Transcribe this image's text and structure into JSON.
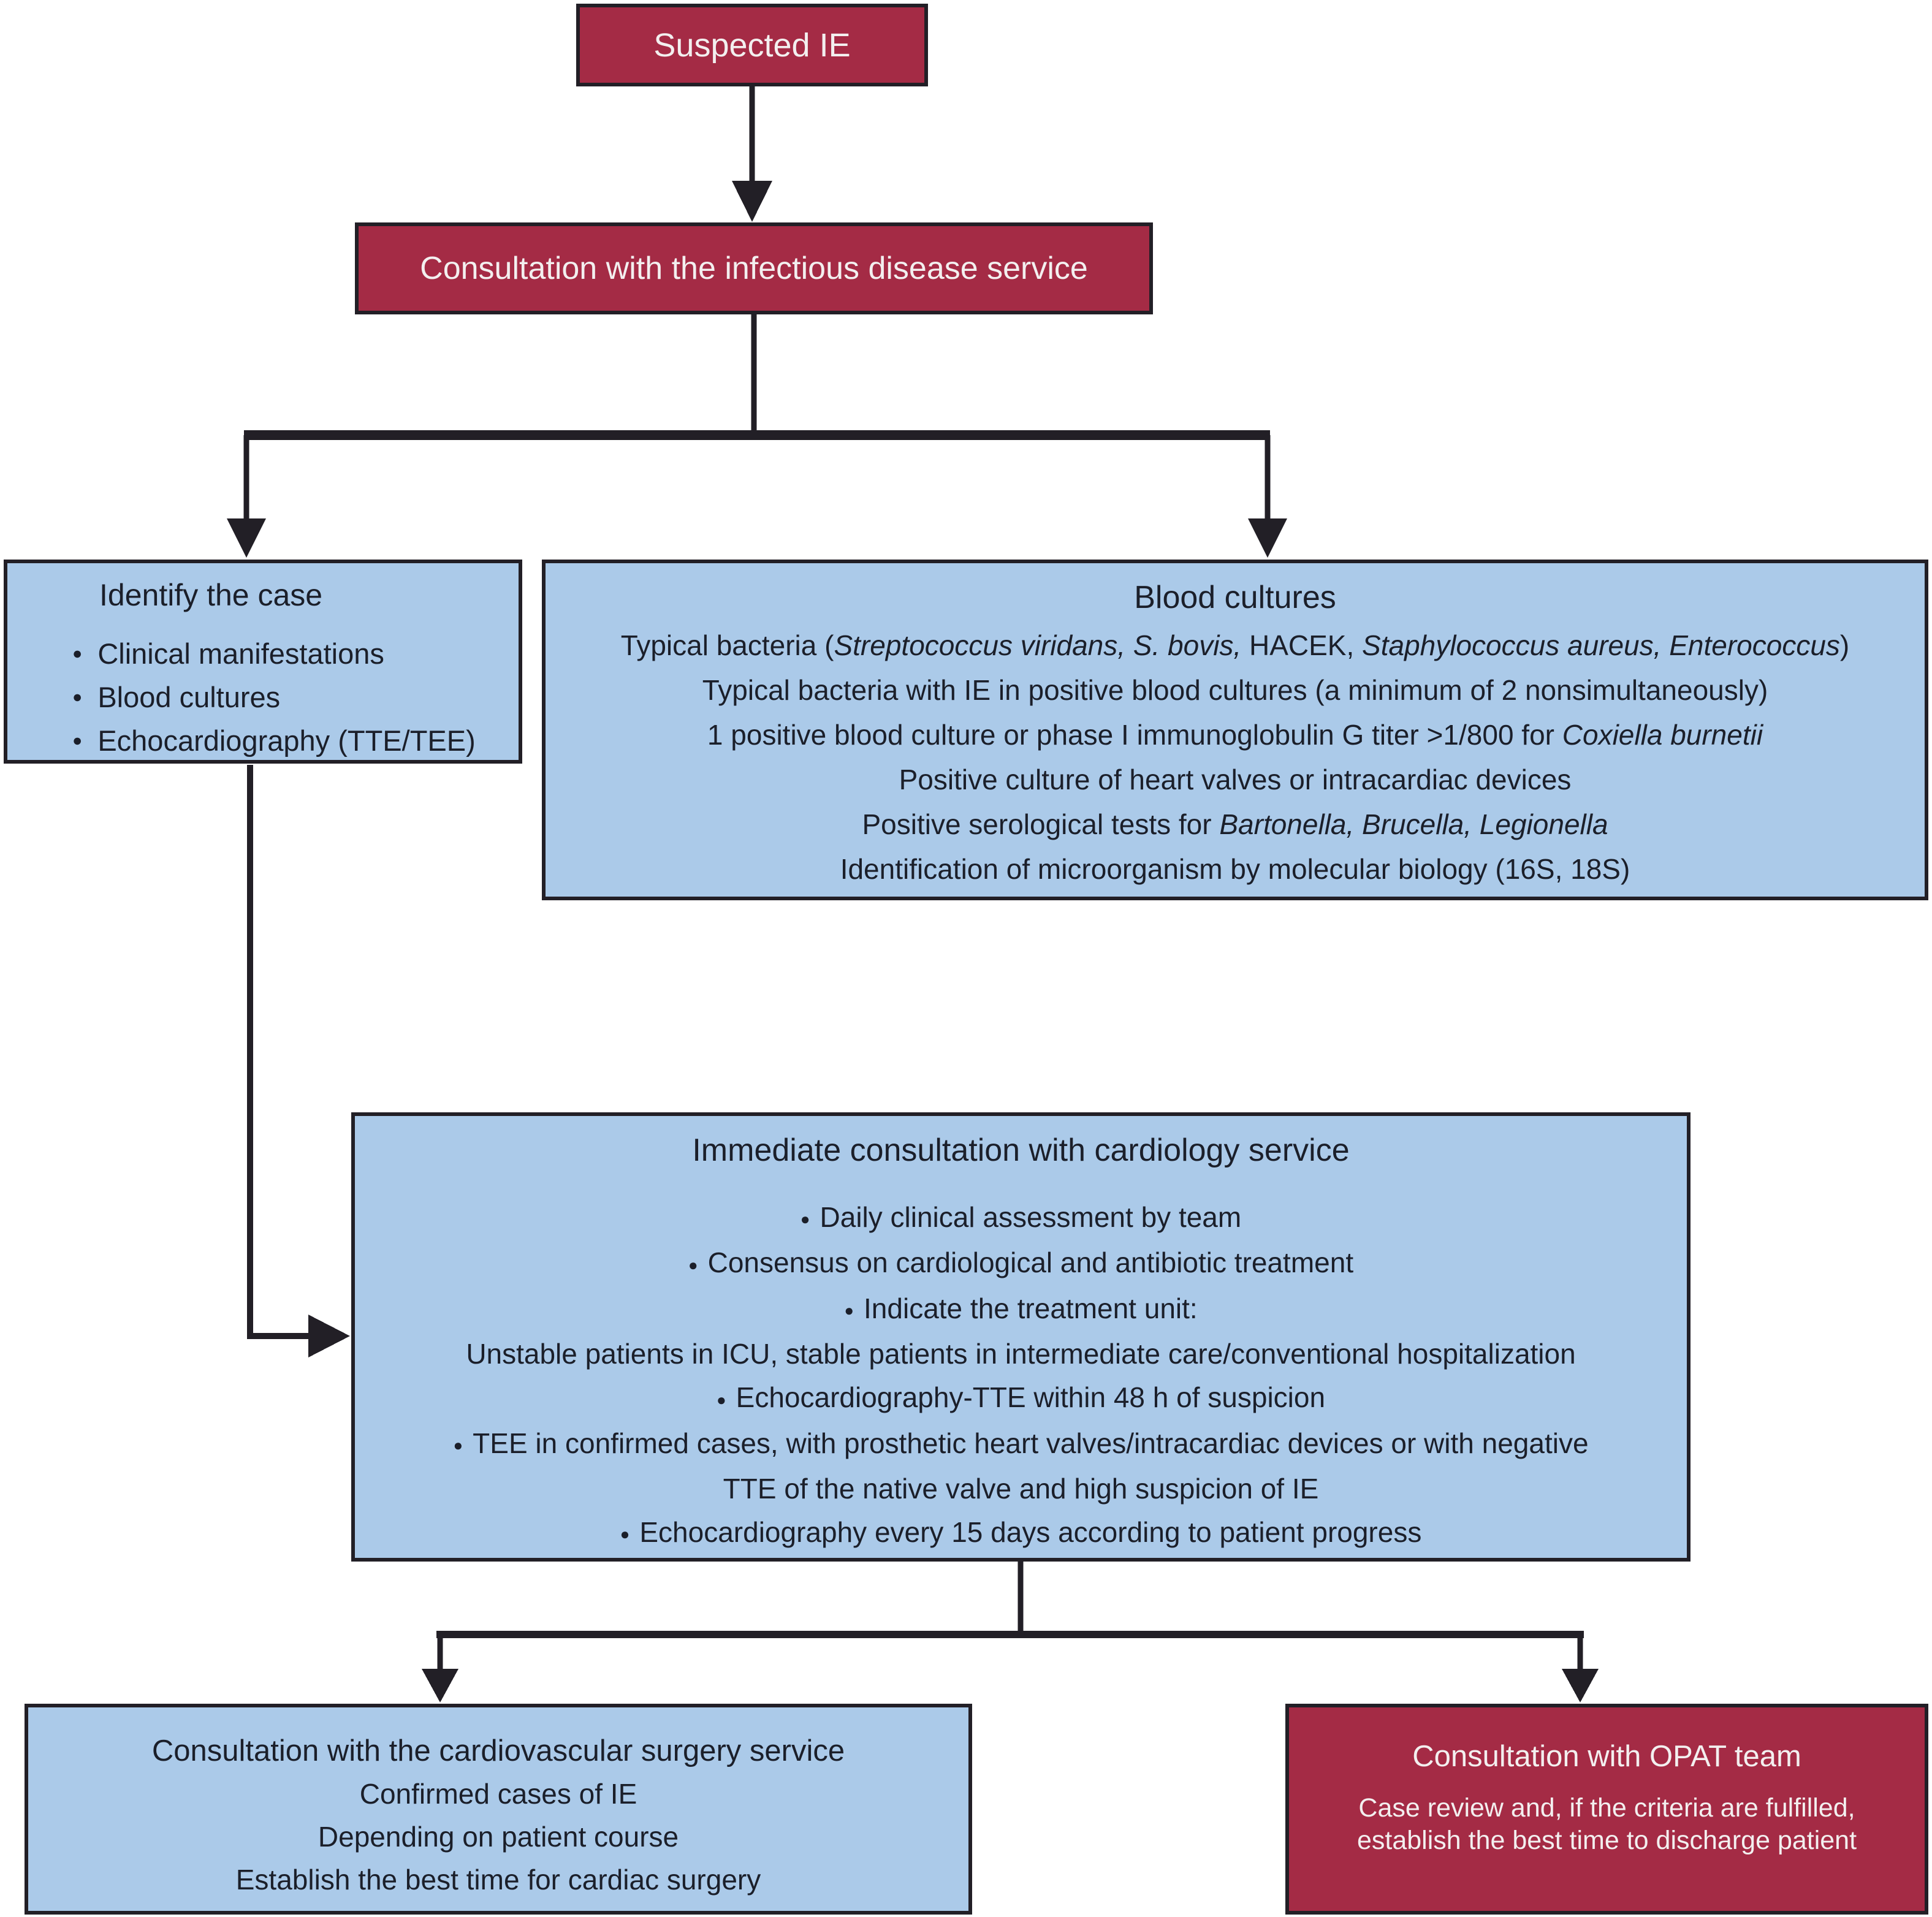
{
  "colors": {
    "box_red": "#A42B45",
    "box_blue": "#ABCAE9",
    "line": "#221F26",
    "text_dark": "#1B1F2A",
    "text_light": "#F3EFEF",
    "background": "#FFFFFF"
  },
  "boxes": {
    "suspected": {
      "title": "Suspected IE"
    },
    "infectious": {
      "title": "Consultation with the infectious disease service"
    },
    "identify": {
      "title": "Identify the case",
      "bullets": [
        "Clinical manifestations",
        "Blood cultures",
        "Echocardiography (TTE/TEE)"
      ]
    },
    "blood_cultures": {
      "title": "Blood cultures",
      "lines": [
        [
          {
            "t": "Typical bacteria ("
          },
          {
            "t": "Streptococcus viridans, S. bovis,",
            "i": true
          },
          {
            "t": " HACEK, "
          },
          {
            "t": "Staphylococcus aureus, Enterococcus",
            "i": true
          },
          {
            "t": ")"
          }
        ],
        [
          {
            "t": "Typical bacteria with IE in positive blood cultures (a minimum of 2 nonsimultaneously)"
          }
        ],
        [
          {
            "t": "1 positive blood culture or phase I immunoglobulin G titer >1/800 for "
          },
          {
            "t": "Coxiella burnetii",
            "i": true
          }
        ],
        [
          {
            "t": "Positive culture of heart valves or intracardiac devices"
          }
        ],
        [
          {
            "t": "Positive serological tests for "
          },
          {
            "t": "Bartonella, Brucella, Legionella",
            "i": true
          }
        ],
        [
          {
            "t": "Identification of microorganism by molecular biology (16S, 18S)"
          }
        ]
      ]
    },
    "cardiology": {
      "title": "Immediate consultation with cardiology service",
      "lines": [
        {
          "bullet": true,
          "text": "Daily clinical assessment by team"
        },
        {
          "bullet": true,
          "text": "Consensus on cardiological and antibiotic treatment"
        },
        {
          "bullet": true,
          "text": "Indicate the treatment unit:"
        },
        {
          "bullet": false,
          "text": "Unstable patients in ICU, stable patients in intermediate care/conventional hospitalization"
        },
        {
          "bullet": true,
          "text": "Echocardiography-TTE within 48 h of suspicion"
        },
        {
          "bullet": true,
          "text": "TEE in confirmed cases, with prosthetic heart valves/intracardiac devices or with negative"
        },
        {
          "bullet": false,
          "text": "TTE of the native valve and high suspicion of IE"
        },
        {
          "bullet": true,
          "text": "Echocardiography every 15 days according to patient progress"
        }
      ]
    },
    "surgery": {
      "title": "Consultation with the cardiovascular surgery service",
      "lines": [
        "Confirmed cases of IE",
        "Depending on patient course",
        "Establish the best time for cardiac surgery"
      ]
    },
    "opat": {
      "title": "Consultation with OPAT team",
      "lines": [
        "Case review and, if the criteria are fulfilled,",
        "establish the best time to discharge patient"
      ]
    }
  }
}
